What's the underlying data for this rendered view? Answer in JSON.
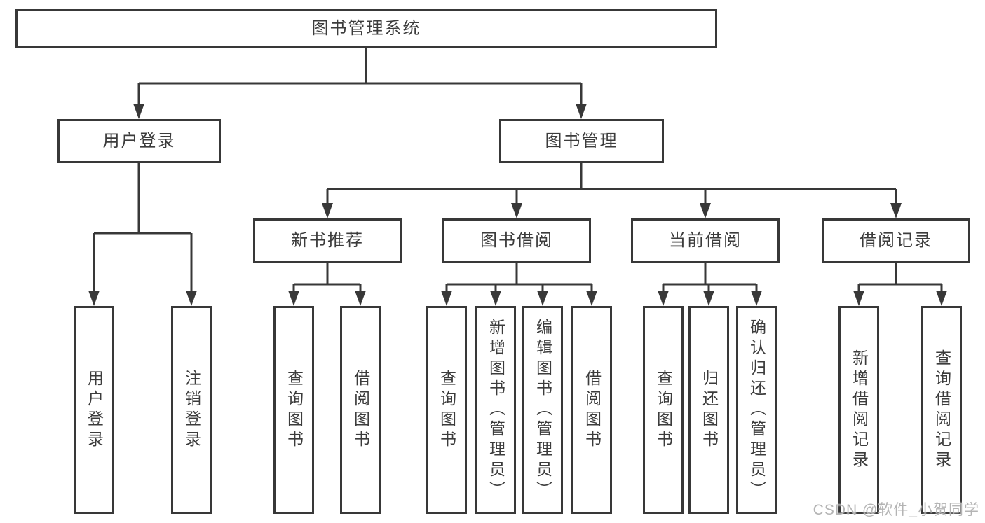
{
  "colors": {
    "line": "#383838",
    "text": "#3c3c3c",
    "background": "#ffffff",
    "watermark": "#b4b4b4"
  },
  "tree": {
    "root": {
      "label": "图书管理系统"
    },
    "level2": [
      {
        "label": "用户登录"
      },
      {
        "label": "图书管理"
      }
    ],
    "level3": [
      {
        "label": "新书推荐",
        "parent": "图书管理"
      },
      {
        "label": "图书借阅",
        "parent": "图书管理"
      },
      {
        "label": "当前借阅",
        "parent": "图书管理"
      },
      {
        "label": "借阅记录",
        "parent": "图书管理"
      }
    ],
    "leaves": [
      {
        "label": "用户登录",
        "parent": "用户登录"
      },
      {
        "label": "注销登录",
        "parent": "用户登录"
      },
      {
        "label": "查询图书",
        "parent": "新书推荐"
      },
      {
        "label": "借阅图书",
        "parent": "新书推荐"
      },
      {
        "label": "查询图书",
        "parent": "图书借阅"
      },
      {
        "label": "新增图书（管理员）",
        "parent": "图书借阅"
      },
      {
        "label": "编辑图书（管理员）",
        "parent": "图书借阅"
      },
      {
        "label": "借阅图书",
        "parent": "图书借阅"
      },
      {
        "label": "查询图书",
        "parent": "当前借阅"
      },
      {
        "label": "归还图书",
        "parent": "当前借阅"
      },
      {
        "label": "确认归还（管理员）",
        "parent": "当前借阅"
      },
      {
        "label": "新增借阅记录",
        "parent": "借阅记录"
      },
      {
        "label": "查询借阅记录",
        "parent": "借阅记录"
      }
    ]
  },
  "watermark": "CSDN @软件_小贺同学"
}
